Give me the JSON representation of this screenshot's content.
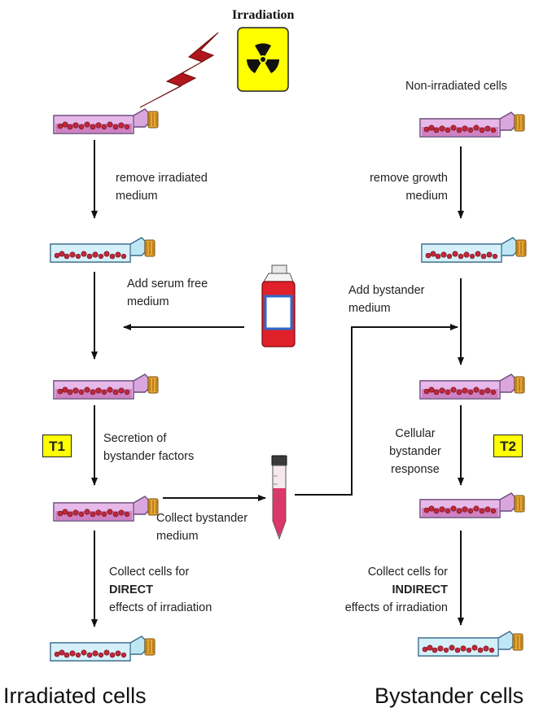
{
  "header": {
    "title": "Irradiation"
  },
  "columns": {
    "left_caption": "Irradiated cells",
    "right_caption": "Bystander cells"
  },
  "timepoints": {
    "t1": "T1",
    "t2": "T2"
  },
  "steps": {
    "remove_irradiated": [
      "remove irradiated",
      "medium"
    ],
    "add_serum_free": [
      "Add serum free",
      "medium"
    ],
    "secretion": [
      "Secretion of",
      "bystander factors"
    ],
    "collect_bystander_medium": [
      "Collect bystander",
      "medium"
    ],
    "collect_direct": [
      "Collect cells for",
      "DIRECT",
      "effects of irradiation"
    ],
    "non_irradiated": "Non-irradiated cells",
    "remove_growth": [
      "remove growth",
      "medium"
    ],
    "add_bystander": [
      "Add bystander",
      "medium"
    ],
    "cellular_response": [
      "Cellular",
      "bystander",
      "response"
    ],
    "collect_indirect": [
      "Collect cells for",
      "INDIRECT",
      "effects of irradiation"
    ]
  },
  "colors": {
    "flask_pink": "#d9a7dd",
    "flask_blue": "#bfe6f5",
    "cells": "#c0283a",
    "cap": "#e8a62e",
    "radiation_bg": "#ffff00",
    "lightning": "#b0171c"
  },
  "icons": [
    "radiation-icon",
    "lightning-icon",
    "media-bottle-icon",
    "falcon-tube-icon",
    "culture-flask-icon"
  ]
}
